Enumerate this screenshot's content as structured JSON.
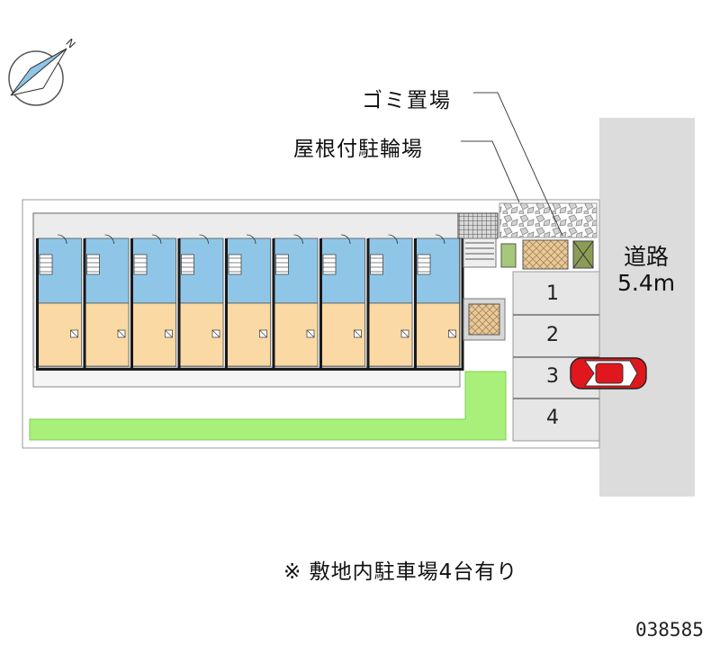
{
  "labels": {
    "garbage": "ゴミ置場",
    "bicycle": "屋根付駐輪場",
    "road_name": "道路",
    "road_width": "5.4m",
    "note": "※ 敷地内駐車場4台有り",
    "code": "038585"
  },
  "compass": {
    "north_letter": "N"
  },
  "parking_slots": [
    "1",
    "2",
    "3",
    "4"
  ],
  "colors": {
    "road": "#dcdcdc",
    "lot": "#e6e6e6",
    "lawn": "#a9f07a",
    "unit_wet": "#8fc6e8",
    "unit_room": "#fbd9a4",
    "wall": "#1a1a1a",
    "car": "#e0171d",
    "stone": "#c8c8c8"
  },
  "units": 9
}
